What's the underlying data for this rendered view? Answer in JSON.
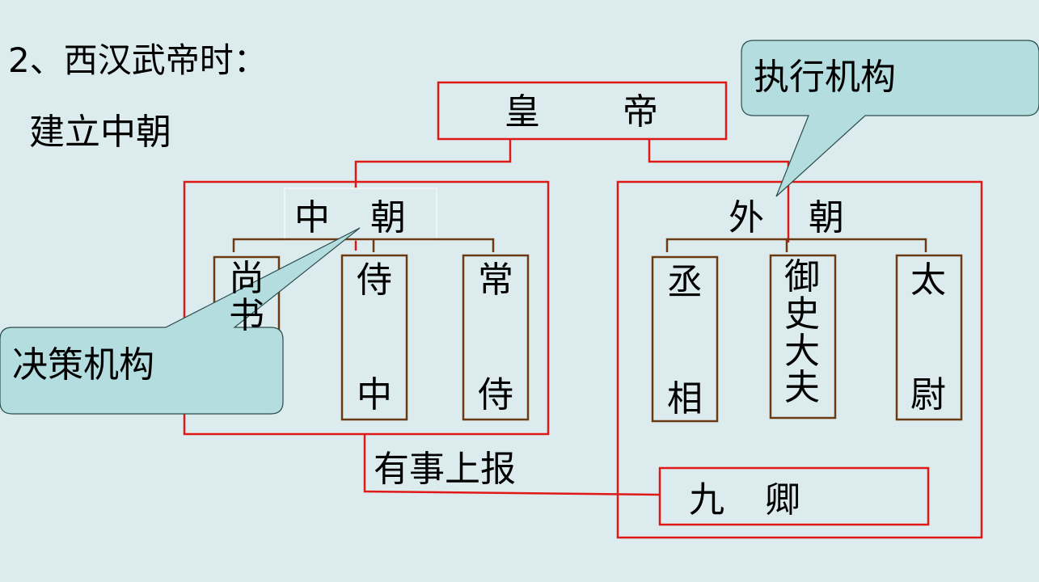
{
  "heading": "2、西汉武帝时：",
  "subheading": "建立中朝",
  "emperor": {
    "char1": "皇",
    "char2": "帝"
  },
  "inner_court": {
    "title_char1": "中",
    "title_char2": "朝",
    "members": {
      "shangshu": "尚书",
      "shizhong_top": "侍",
      "shizhong_bottom": "中",
      "changshi_top": "常",
      "changshi_bottom": "侍"
    }
  },
  "outer_court": {
    "title_char1": "外",
    "title_char2": "朝",
    "members": {
      "chengxiang_top": "丞",
      "chengxiang_bottom": "相",
      "yushidafu": "御史大夫",
      "taiwei_top": "太",
      "taiwei_bottom": "尉"
    },
    "jiuqing_char1": "九",
    "jiuqing_char2": "卿"
  },
  "report_label": "有事上报",
  "callouts": {
    "decision": "决策机构",
    "execution": "执行机构"
  },
  "colors": {
    "background": "#dcecee",
    "frame_red": "#e01818",
    "bracket_brown": "#6b3a12",
    "callout_fill": "#b4dde0"
  }
}
